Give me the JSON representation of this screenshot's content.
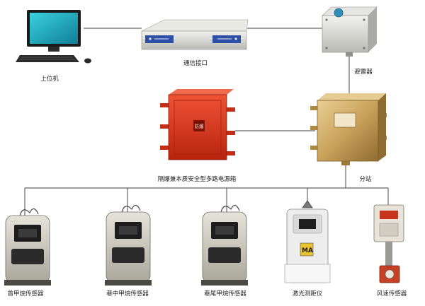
{
  "labels": {
    "host_computer": "上位机",
    "comm_interface": "通信接口",
    "lightning_arrester": "避雷器",
    "power_box": "隔爆兼本质安全型多路电源箱",
    "substation": "分站",
    "sensor_1": "首甲烷传感器",
    "sensor_2": "巷中甲烷传感器",
    "sensor_3": "巷尾甲烷传感器",
    "sensor_4": "激光测距仪",
    "sensor_5": "风速传感器"
  },
  "device_marks": {
    "ma_logo": "MA",
    "power_box_badge": "防爆"
  },
  "colors": {
    "wire": "#666666",
    "power_box_red": "#d9331f",
    "substation_gold": "#c9a25a",
    "sensor_body": "#d7d4c8",
    "monitor_screen": "#1aa0b8"
  },
  "icons": {
    "host_computer": "desktop-computer-icon",
    "comm_interface": "network-interface-unit-icon",
    "lightning_arrester": "junction-box-icon",
    "power_box": "explosion-proof-power-box-icon",
    "substation": "substation-enclosure-icon",
    "methane_sensor": "methane-sensor-icon",
    "laser_rangefinder": "laser-rangefinder-icon",
    "wind_sensor": "wind-speed-sensor-icon"
  }
}
